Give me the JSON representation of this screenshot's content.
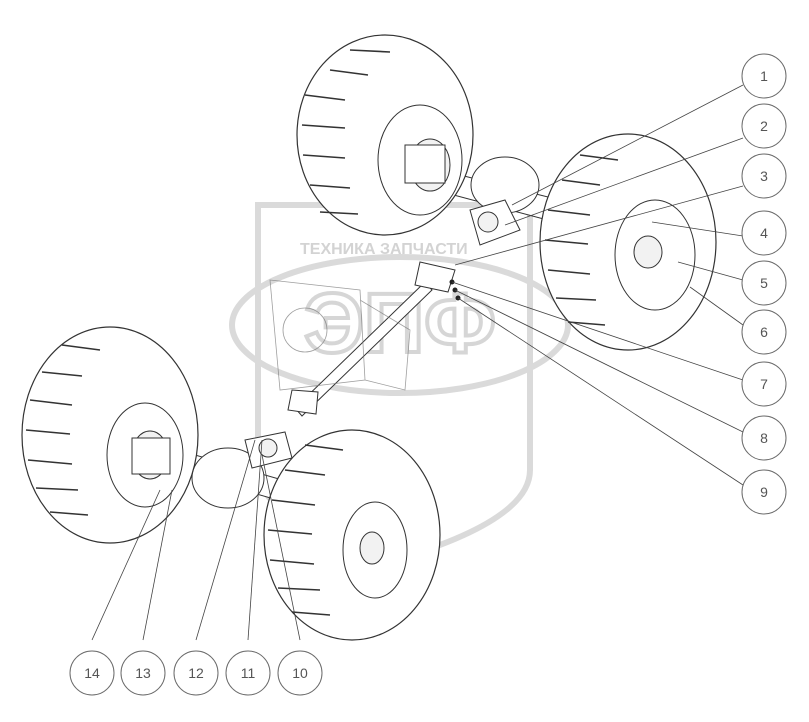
{
  "watermark": {
    "logo_text": "ТЕХНИКА ЗАПЧАСТИ",
    "logo_letters": "ЭПФ"
  },
  "callouts": [
    {
      "label": "1"
    },
    {
      "label": "2"
    },
    {
      "label": "3"
    },
    {
      "label": "4"
    },
    {
      "label": "5"
    },
    {
      "label": "6"
    },
    {
      "label": "7"
    },
    {
      "label": "8"
    },
    {
      "label": "9"
    },
    {
      "label": "10"
    },
    {
      "label": "11"
    },
    {
      "label": "12"
    },
    {
      "label": "13"
    },
    {
      "label": "14"
    }
  ],
  "colors": {
    "line": "#333333",
    "callout_stroke": "#6a6a6a",
    "watermark": "#d6d6d6"
  }
}
